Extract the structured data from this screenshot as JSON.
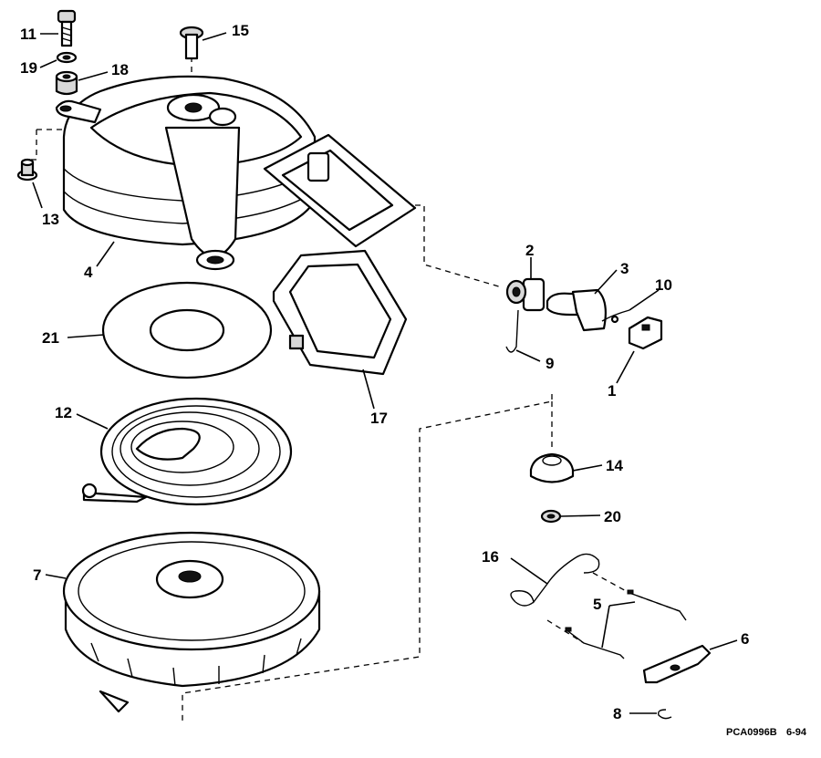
{
  "diagram": {
    "part_labels": {
      "p1": "1",
      "p2": "2",
      "p3": "3",
      "p4": "4",
      "p5": "5",
      "p6": "6",
      "p7": "7",
      "p8": "8",
      "p9": "9",
      "p10": "10",
      "p11": "11",
      "p12": "12",
      "p13": "13",
      "p14": "14",
      "p15": "15",
      "p16": "16",
      "p17": "17",
      "p18": "18",
      "p19": "19",
      "p20": "20",
      "p21": "21"
    },
    "footer": {
      "drawing_code": "PCA0996B",
      "date": "6-94"
    }
  }
}
